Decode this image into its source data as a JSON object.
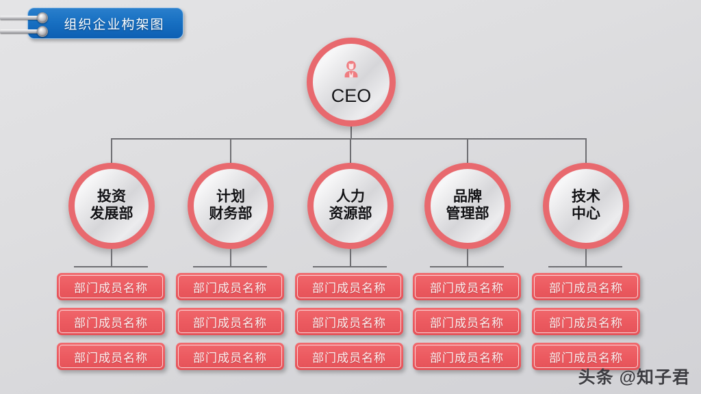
{
  "slide": {
    "title": "组织企业构架图",
    "background_color": "#dcdcde",
    "accent_color": "#e8696e",
    "banner_color": "#1870c2",
    "member_box_color": "#ec5a60"
  },
  "root": {
    "label": "CEO",
    "icon": "person-icon"
  },
  "departments": [
    {
      "label": "投资\n发展部"
    },
    {
      "label": "计划\n财务部"
    },
    {
      "label": "人力\n资源部"
    },
    {
      "label": "品牌\n管理部"
    },
    {
      "label": "技术\n中心"
    }
  ],
  "members": [
    [
      "部门成员名称",
      "部门成员名称",
      "部门成员名称"
    ],
    [
      "部门成员名称",
      "部门成员名称",
      "部门成员名称"
    ],
    [
      "部门成员名称",
      "部门成员名称",
      "部门成员名称"
    ],
    [
      "部门成员名称",
      "部门成员名称",
      "部门成员名称"
    ],
    [
      "部门成员名称",
      "部门成员名称",
      "部门成员名称"
    ]
  ],
  "watermark": "头条 @知子君"
}
